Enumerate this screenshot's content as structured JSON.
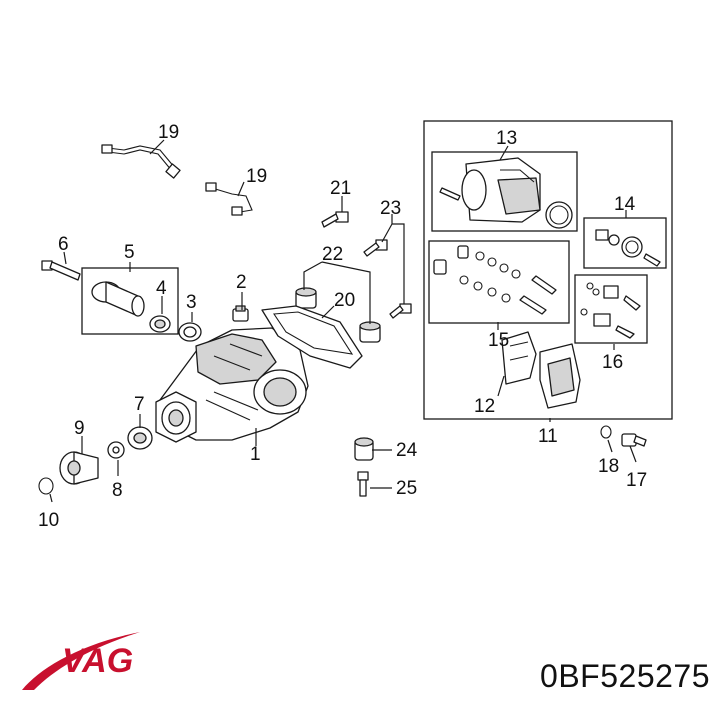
{
  "callouts": {
    "c1": "1",
    "c2": "2",
    "c3": "3",
    "c4": "4",
    "c5": "5",
    "c6": "6",
    "c7": "7",
    "c8": "8",
    "c9": "9",
    "c10": "10",
    "c11": "11",
    "c12": "12",
    "c13": "13",
    "c14": "14",
    "c15": "15",
    "c16": "16",
    "c17": "17",
    "c18": "18",
    "c19a": "19",
    "c19b": "19",
    "c20": "20",
    "c21": "21",
    "c22": "22",
    "c23": "23",
    "c24": "24",
    "c25": "25"
  },
  "brand": {
    "name": "VAG",
    "color": "#c8102e"
  },
  "part_number": "0BF525275"
}
